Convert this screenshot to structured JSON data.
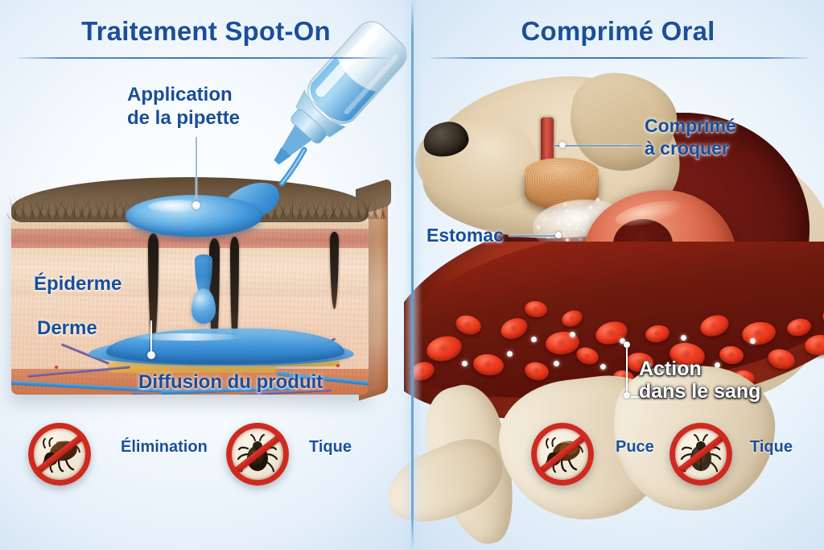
{
  "meta": {
    "subject": "Comparaison antiparasitaire chien : traitement spot-on vs comprimé oral",
    "language": "fr",
    "accent_color": "#1a4f9c",
    "divider_color": "#5e9bd1",
    "background_color": "#e3eef9"
  },
  "panels": {
    "left": {
      "title": "Traitement Spot-On",
      "labels": {
        "application": {
          "line1": "Application",
          "line2": "de la pipette"
        },
        "epidermis": "Épiderme",
        "dermis": "Derme",
        "diffusion": "Diffusion du produit"
      },
      "badges": [
        {
          "icon": "flea-icon",
          "label": "Élimination",
          "prohibition_color": "#cf2a20"
        },
        {
          "icon": "tick-icon",
          "label": "Tique",
          "prohibition_color": "#cf2a20"
        }
      ],
      "illustration": {
        "name": "skin-cross-section",
        "elements": [
          "pipette",
          "liquid-stream",
          "fur",
          "epidermis-layer",
          "dermis-layer",
          "hypodermis-layer",
          "hair-follicles",
          "blood-vessels",
          "product-spread"
        ]
      }
    },
    "right": {
      "title": "Comprimé Oral",
      "labels": {
        "chewable": {
          "line1": "Comprimé",
          "line2": "à croquer"
        },
        "stomach": "Estomac",
        "blood_action": {
          "line1": "Action",
          "line2": "dans le sang"
        }
      },
      "badges": [
        {
          "icon": "flea-icon",
          "label": "Puce",
          "prohibition_color": "#cf2a20"
        },
        {
          "icon": "tick-icon",
          "label": "Tique",
          "prohibition_color": "#cf2a20"
        }
      ],
      "illustration": {
        "name": "dog-digestive-cutaway",
        "elements": [
          "dog-head",
          "esophagus",
          "tablet",
          "dissolving-powder",
          "stomach",
          "blood-vessel",
          "red-blood-cells",
          "active-molecules",
          "dog-legs"
        ]
      }
    }
  }
}
